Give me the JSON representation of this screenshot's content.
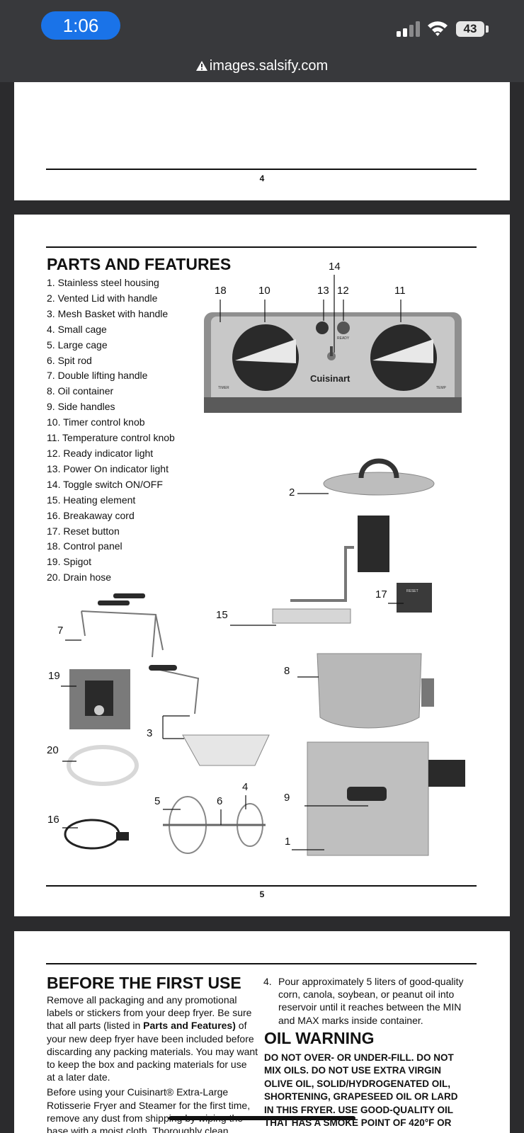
{
  "status_bar": {
    "time": "1:06",
    "battery": "43"
  },
  "browser": {
    "url": "images.salsify.com",
    "icons": [
      "signal-icon",
      "wifi-icon",
      "battery-icon",
      "warning-icon"
    ]
  },
  "page4": {
    "page_number": "4"
  },
  "page5": {
    "title": "PARTS AND FEATURES",
    "parts": [
      "1. Stainless steel housing",
      "2. Vented Lid with handle",
      "3. Mesh Basket with handle",
      "4. Small cage",
      "5. Large cage",
      "6. Spit rod",
      "7. Double lifting handle",
      "8. Oil container",
      "9. Side handles",
      "10. Timer control knob",
      "11. Temperature control knob",
      "12. Ready indicator light",
      "13. Power On indicator light",
      "14. Toggle switch ON/OFF",
      "15. Heating element",
      "16. Breakaway cord",
      "17. Reset button",
      "18. Control panel",
      "19. Spigot",
      "20. Drain hose"
    ],
    "callouts": {
      "c18": "18",
      "c10": "10",
      "c13": "13",
      "c12": "12",
      "c11": "11",
      "c14": "14",
      "c2": "2",
      "c17": "17",
      "c15": "15",
      "c7": "7",
      "c19": "19",
      "c3": "3",
      "c8": "8",
      "c20": "20",
      "c9": "9",
      "c5": "5",
      "c6": "6",
      "c4": "4",
      "c16": "16",
      "c1": "1"
    },
    "panel_labels": {
      "brand": "Cuisinart",
      "timer": "TIMER",
      "temp": "TEMP",
      "ready": "READY",
      "reset": "RESET"
    },
    "page_number": "5"
  },
  "page6": {
    "title": "BEFORE THE FIRST USE",
    "p1_a": "Remove all packaging and any promotional",
    "p1_b": "labels or stickers from your deep fryer. Be sure",
    "p1_c": "that all parts (listed in ",
    "p1_bold": "Parts and Features)",
    "p1_d": " of",
    "p1_e": "your new deep fryer have been included before",
    "p1_f": "discarding any packing materials. You may want",
    "p1_g": "to keep the box and packing materials for use",
    "p1_h": "at a later date.",
    "p2_a": "Before using your Cuisinart® Extra-Large",
    "p2_b": "Rotisserie Fryer and Steamer for the first time,",
    "p2_c": "remove any dust from shipping by wiping the",
    "p2_d": "base with a moist cloth. Thoroughly clean",
    "step4_num": "4.",
    "step4_a": "Pour approximately 5 liters of good-quality",
    "step4_b": "corn, canola, soybean, or peanut oil into",
    "step4_c": "reservoir until it reaches between the MIN",
    "step4_d": "and MAX marks inside container.",
    "warning_title": "OIL WARNING",
    "warn_a": "DO NOT OVER- OR UNDER-FILL. DO NOT",
    "warn_b": "MIX OILS. DO NOT USE EXTRA VIRGIN",
    "warn_c": "OLIVE OIL, SOLID/HYDROGENATED OIL,",
    "warn_d": "SHORTENING, GRAPESEED OIL OR LARD",
    "warn_e": "IN THIS FRYER. USE GOOD-QUALITY OIL",
    "warn_f": "THAT HAS A SMOKE POINT OF 420°F OR"
  }
}
